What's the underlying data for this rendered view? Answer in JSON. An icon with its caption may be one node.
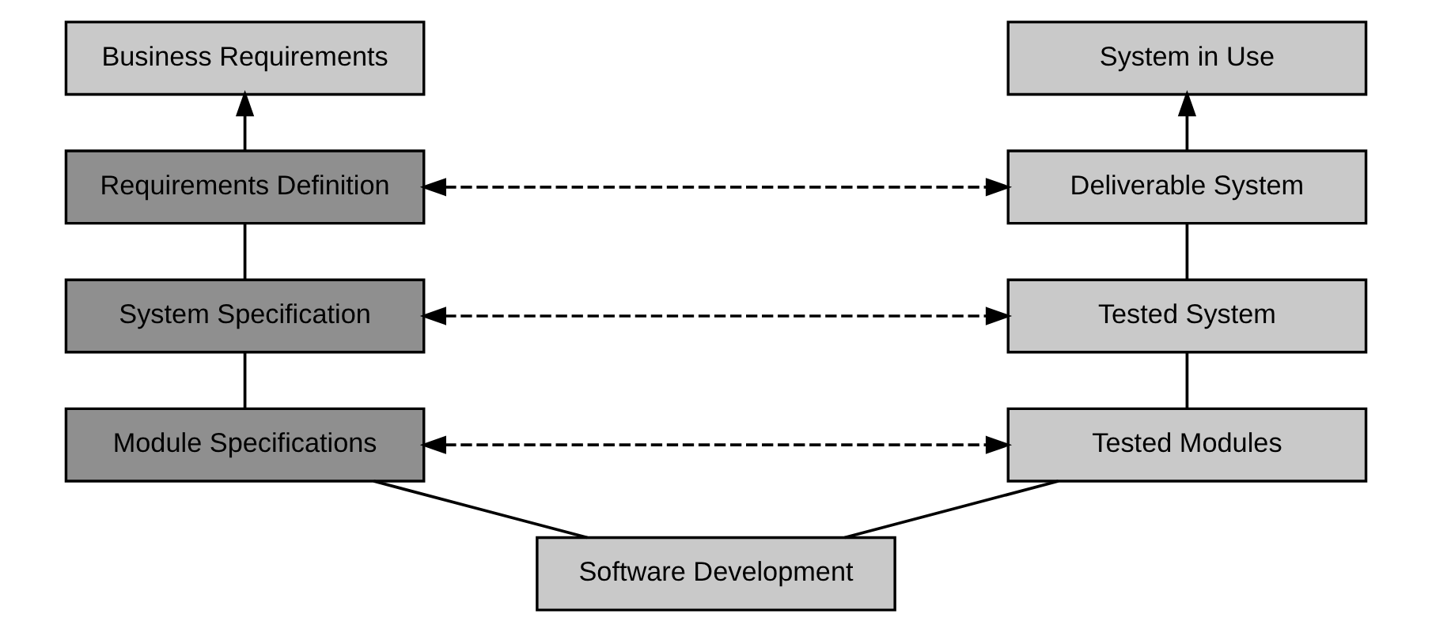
{
  "diagram": {
    "nodes": [
      {
        "text": [
          "Business Requirements"
        ]
      },
      {
        "text": [
          "System in Use"
        ]
      },
      {
        "text": [
          "Requirements Definition"
        ]
      },
      {
        "text": [
          "Deliverable System"
        ]
      },
      {
        "text": [
          "System Specification"
        ]
      },
      {
        "text": [
          "Tested System"
        ]
      },
      {
        "text": [
          "Module Specifications"
        ]
      },
      {
        "text": [
          "Tested Modules"
        ]
      },
      {
        "text": [
          "Software Development"
        ]
      }
    ],
    "edges": [
      {
        "from": 2,
        "to": 0,
        "arrow": "to"
      },
      {
        "from": 3,
        "to": 1,
        "arrow": "to"
      },
      {
        "from": 2,
        "to": 3,
        "arrow": "both",
        "style": "dashed"
      },
      {
        "from": 4,
        "to": 5,
        "arrow": "both",
        "style": "dashed"
      },
      {
        "from": 6,
        "to": 7,
        "arrow": "both",
        "style": "dashed"
      },
      {
        "from": 2,
        "to": 4,
        "arrow": "none"
      },
      {
        "from": 4,
        "to": 6,
        "arrow": "none"
      },
      {
        "from": 6,
        "to": 8,
        "arrow": "none"
      },
      {
        "from": 8,
        "to": 7,
        "arrow": "none"
      },
      {
        "from": 7,
        "to": 5,
        "arrow": "none"
      },
      {
        "from": 5,
        "to": 3,
        "arrow": "none"
      }
    ]
  }
}
